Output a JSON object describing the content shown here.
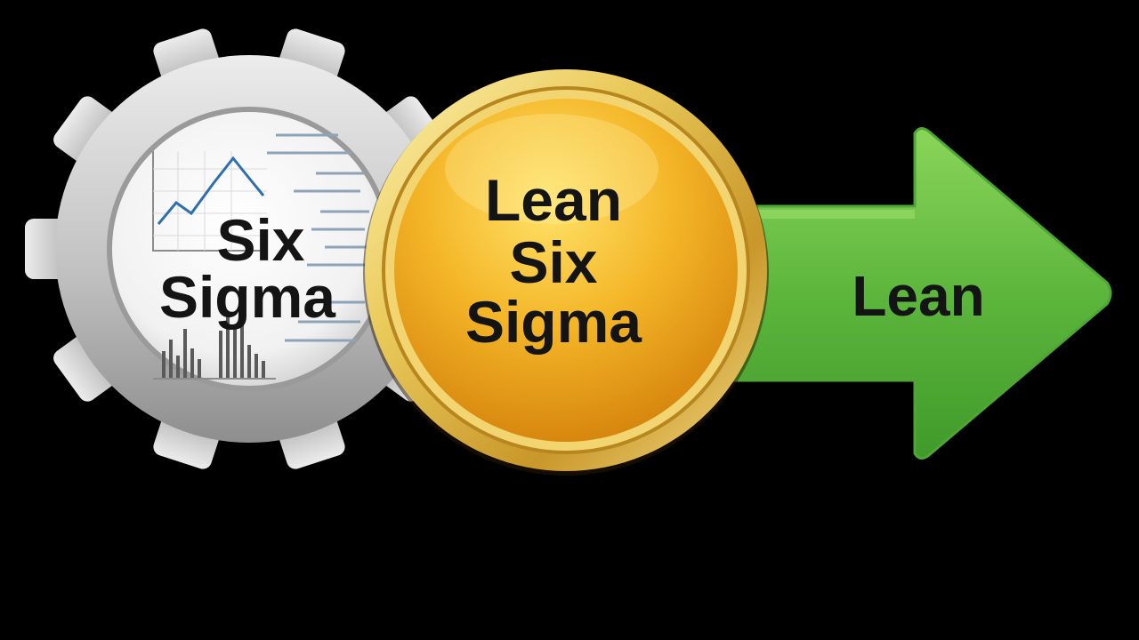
{
  "gear": {
    "line1": "Six",
    "line2": "Sigma"
  },
  "medal": {
    "line1": "Lean",
    "line2": "Six",
    "line3": "Sigma"
  },
  "arrow": {
    "label": "Lean"
  },
  "colors": {
    "background": "#000000",
    "gear": "#c9c9c9",
    "gold": "#e6a417",
    "green": "#5db63c",
    "text": "#141414"
  },
  "icons": [
    "gear-icon",
    "line-chart-icon",
    "bar-chart-icon",
    "document-lines-icon",
    "medal-icon",
    "arrow-right-icon"
  ]
}
